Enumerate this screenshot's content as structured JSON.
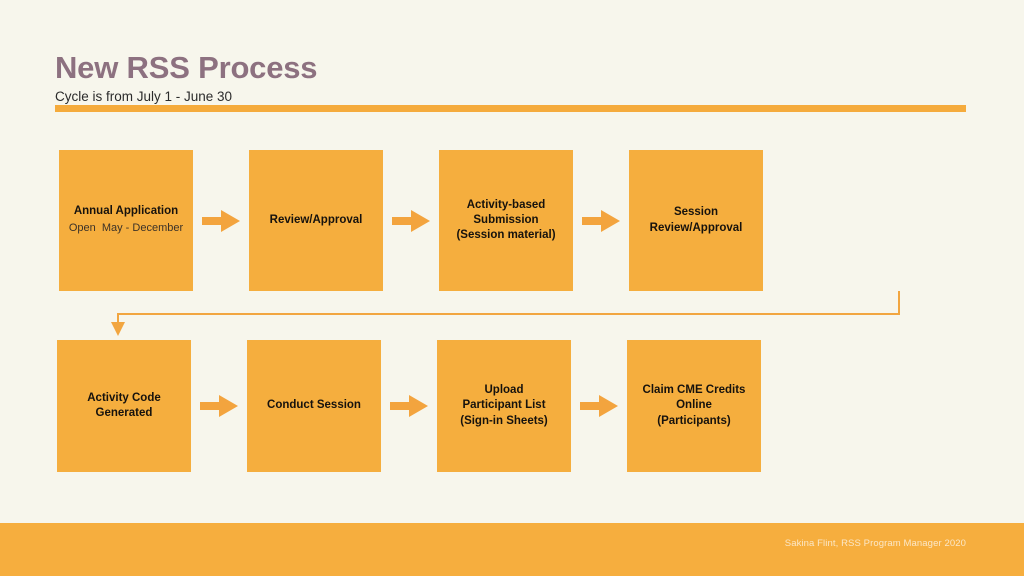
{
  "slide": {
    "background_color": "#F7F6EC",
    "title": "New RSS Process",
    "subtitle": "Cycle is from July 1 - June 30",
    "accent_color": "#F5AB3C",
    "title_color": "#8D7180",
    "node_color": "#F5AE3E"
  },
  "flow": {
    "row1": [
      {
        "label": "Annual Application",
        "sublabel": "Open  May - December"
      },
      {
        "label": "Review/Approval",
        "sublabel": ""
      },
      {
        "label": "Activity-based\nSubmission\n(Session material)",
        "sublabel": ""
      },
      {
        "label": "Session\nReview/Approval",
        "sublabel": ""
      }
    ],
    "row2": [
      {
        "label": "Activity Code\nGenerated",
        "sublabel": ""
      },
      {
        "label": "Conduct Session",
        "sublabel": ""
      },
      {
        "label": "Upload\nParticipant List\n(Sign-in Sheets)",
        "sublabel": ""
      },
      {
        "label": "Claim CME Credits\nOnline\n(Participants)",
        "sublabel": ""
      }
    ]
  },
  "footer": {
    "credit": "Sakina Flint, RSS Program Manager 2020",
    "background_color": "#F6AE3E",
    "text_color": "#FBE7C7"
  }
}
